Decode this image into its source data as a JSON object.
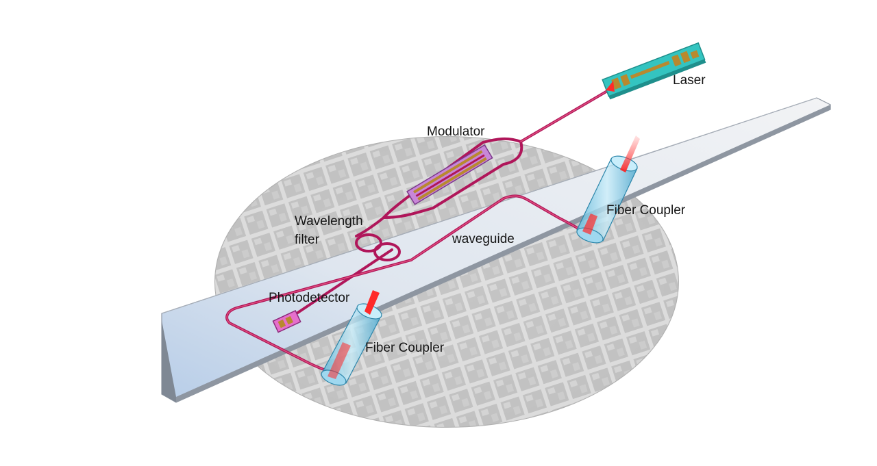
{
  "labels": {
    "laser": "Laser",
    "modulator": "Modulator",
    "fiber_coupler_right": "Fiber Coupler",
    "wavelength": "Wavelength",
    "filter": "filter",
    "waveguide": "waveguide",
    "photodetector": "Photodetector",
    "fiber_coupler_left": "Fiber Coupler"
  },
  "colors": {
    "waveguide": "#b0165a",
    "waveguide_core": "#e0507e",
    "chip_top": "#e4e7ec",
    "chip_accent": "#c5d9ef",
    "chip_edge": "#8f97a2",
    "wafer": "#c9c9c9",
    "laser_body": "#34c4c0",
    "laser_pads": "#b8892e",
    "modulator_body": "#c887d8",
    "photodetector_body": "#e66fcc",
    "fiber": "#8fd2ec",
    "beam": "#ff2a2a"
  }
}
